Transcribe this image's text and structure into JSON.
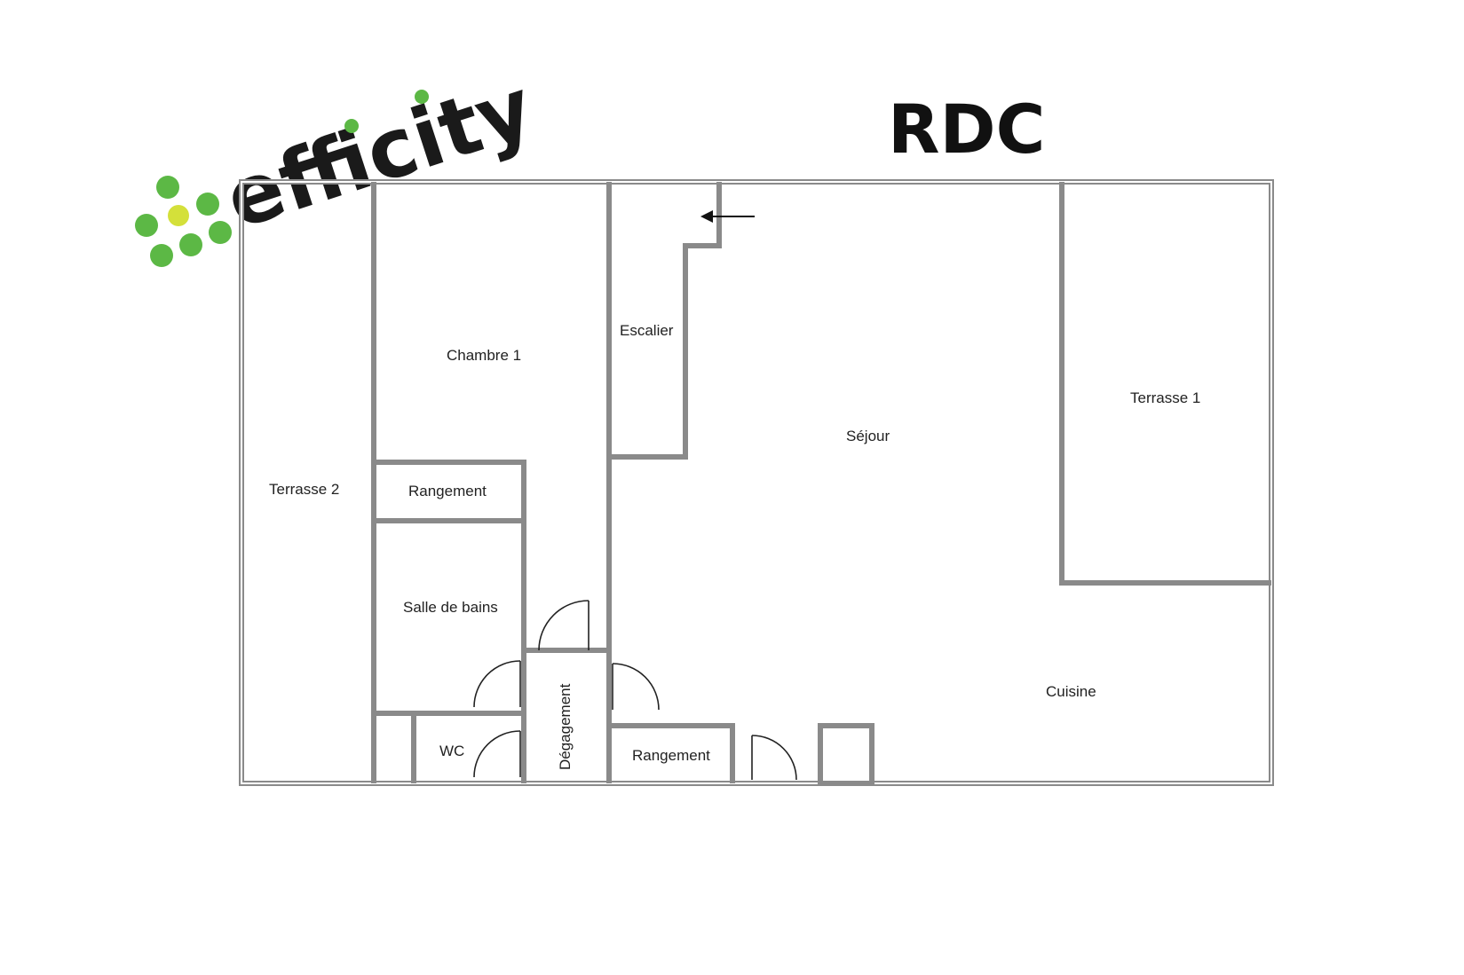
{
  "title": "RDC",
  "logo": {
    "text": "efficity",
    "colors": {
      "green": "#5cb845",
      "yellow": "#d4e03a",
      "text": "#1a1a1a"
    }
  },
  "rooms": {
    "terrasse_2": "Terrasse 2",
    "chambre_1": "Chambre 1",
    "escalier": "Escalier",
    "sejour": "Séjour",
    "terrasse_1": "Terrasse 1",
    "rangement_1": "Rangement",
    "salle_de_bains": "Salle de bains",
    "degagement": "Dégagement",
    "wc": "WC",
    "rangement_2": "Rangement",
    "cuisine": "Cuisine"
  }
}
